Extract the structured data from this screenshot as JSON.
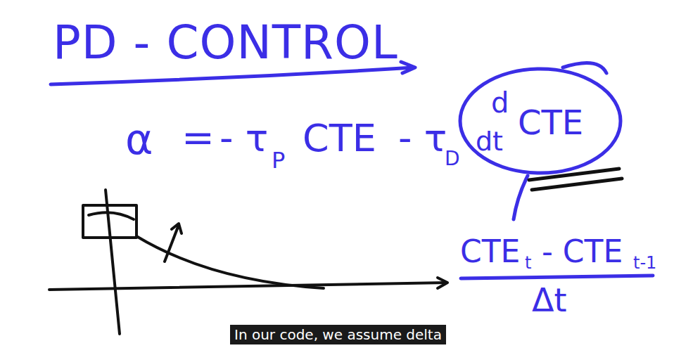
{
  "diagram": {
    "title": "PD - CONTROL",
    "labels": [
      "α",
      "=",
      "- τ",
      "P",
      "CTE",
      "- τ",
      "D",
      "d",
      "dt",
      "CTE",
      "CTE",
      "t",
      "- CTE",
      "t-1",
      "Δt",
      "In our code, we assume delta"
    ]
  }
}
